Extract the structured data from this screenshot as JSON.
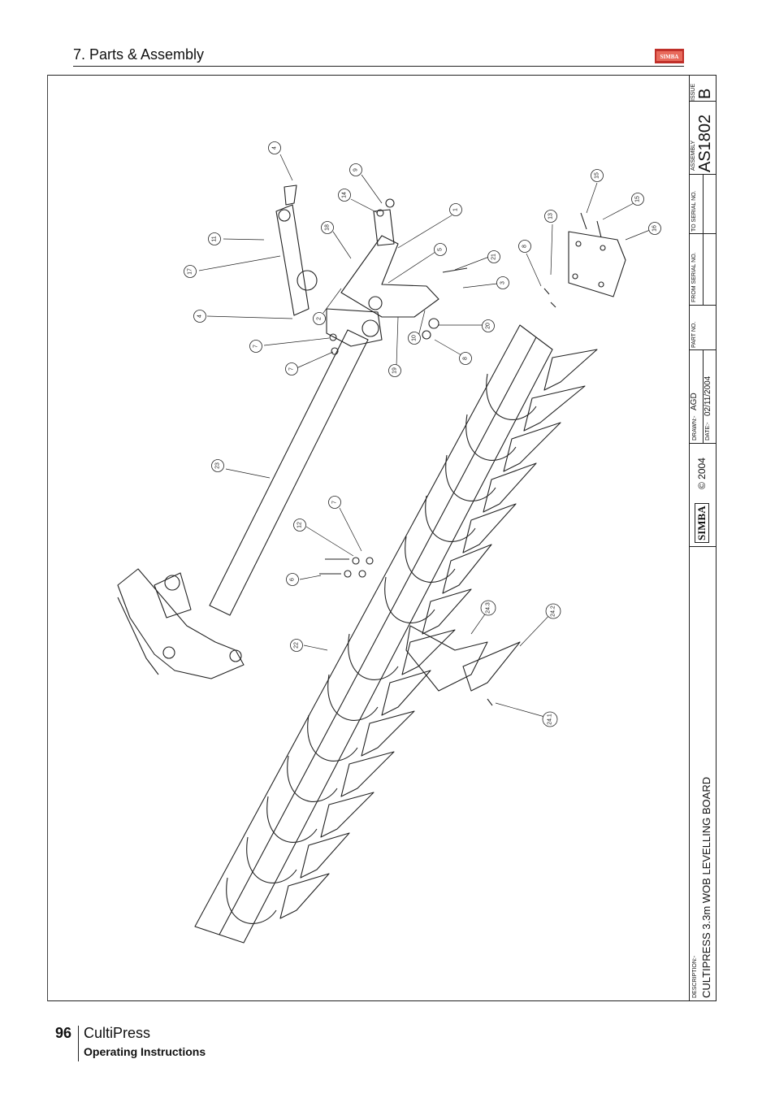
{
  "header": {
    "section_title": "7. Parts & Assembly",
    "logo_text": "SIMBA",
    "brand_color": "#c0302a"
  },
  "title_block": {
    "issue_label": "ISSUE",
    "issue_value": "B",
    "assembly_label": "ASSEMBLY",
    "assembly_value": "AS1802",
    "to_serial_label": "TO SERIAL NO.",
    "from_serial_label": "FROM SERIAL NO.",
    "part_no_label": "PART NO.",
    "drawn_label": "DRAWN:-",
    "drawn_value": "AGD",
    "date_label": "DATE:-",
    "date_value": "02/11/2004",
    "brand": "SIMBA",
    "copyright": "© 2004",
    "description_label": "DESCRIPTION:-",
    "description_value": "CULTIPRESS 3.3m WOB LEVELLING BOARD"
  },
  "callouts": [
    "4",
    "9",
    "14",
    "18",
    "1",
    "11",
    "17",
    "5",
    "21",
    "3",
    "2",
    "4",
    "7",
    "7",
    "19",
    "10",
    "20",
    "8",
    "15",
    "15",
    "16",
    "13",
    "8",
    "23",
    "7",
    "12",
    "6",
    "22",
    "24.3",
    "24.2",
    "24.1"
  ],
  "footer": {
    "page_number": "96",
    "product": "CultiPress",
    "subtitle": "Operating Instructions"
  }
}
